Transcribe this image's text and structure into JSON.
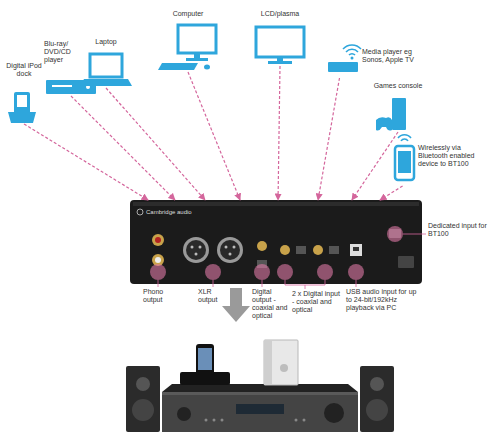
{
  "diagram": {
    "nodes": [
      {
        "text": [
          "Digital iPod dock"
        ]
      },
      {
        "text": [
          "Blu-ray/ DVD/CD player"
        ]
      },
      {
        "text": [
          "Laptop"
        ]
      },
      {
        "text": [
          "Computer"
        ]
      },
      {
        "text": [
          "LCD/plasma"
        ]
      },
      {
        "text": [
          "Media player eg Sonos, Apple TV"
        ]
      },
      {
        "text": [
          "Games console"
        ]
      },
      {
        "text": [
          "Wirelessly via Bluetooth enabled device to BT100"
        ]
      },
      {
        "text": [
          "Cambridge audio"
        ]
      }
    ],
    "edges": [
      {
        "from": 0,
        "to": 8,
        "arrow": "to"
      },
      {
        "from": 1,
        "to": 8,
        "arrow": "to"
      },
      {
        "from": 2,
        "to": 8,
        "arrow": "to"
      },
      {
        "from": 3,
        "to": 8,
        "arrow": "to"
      },
      {
        "from": 4,
        "to": 8,
        "arrow": "to"
      },
      {
        "from": 5,
        "to": 8,
        "arrow": "to"
      },
      {
        "from": 6,
        "to": 8,
        "arrow": "to"
      },
      {
        "from": 7,
        "to": 8,
        "arrow": "to"
      }
    ],
    "labels": [
      "Phono output",
      "XLR output",
      "Digital output - coaxial and optical",
      "2 x Digital input - coaxial and optical",
      "USB audio input for up to 24-bit/192kHz playback via PC",
      "Dedicated input for BT100"
    ]
  }
}
